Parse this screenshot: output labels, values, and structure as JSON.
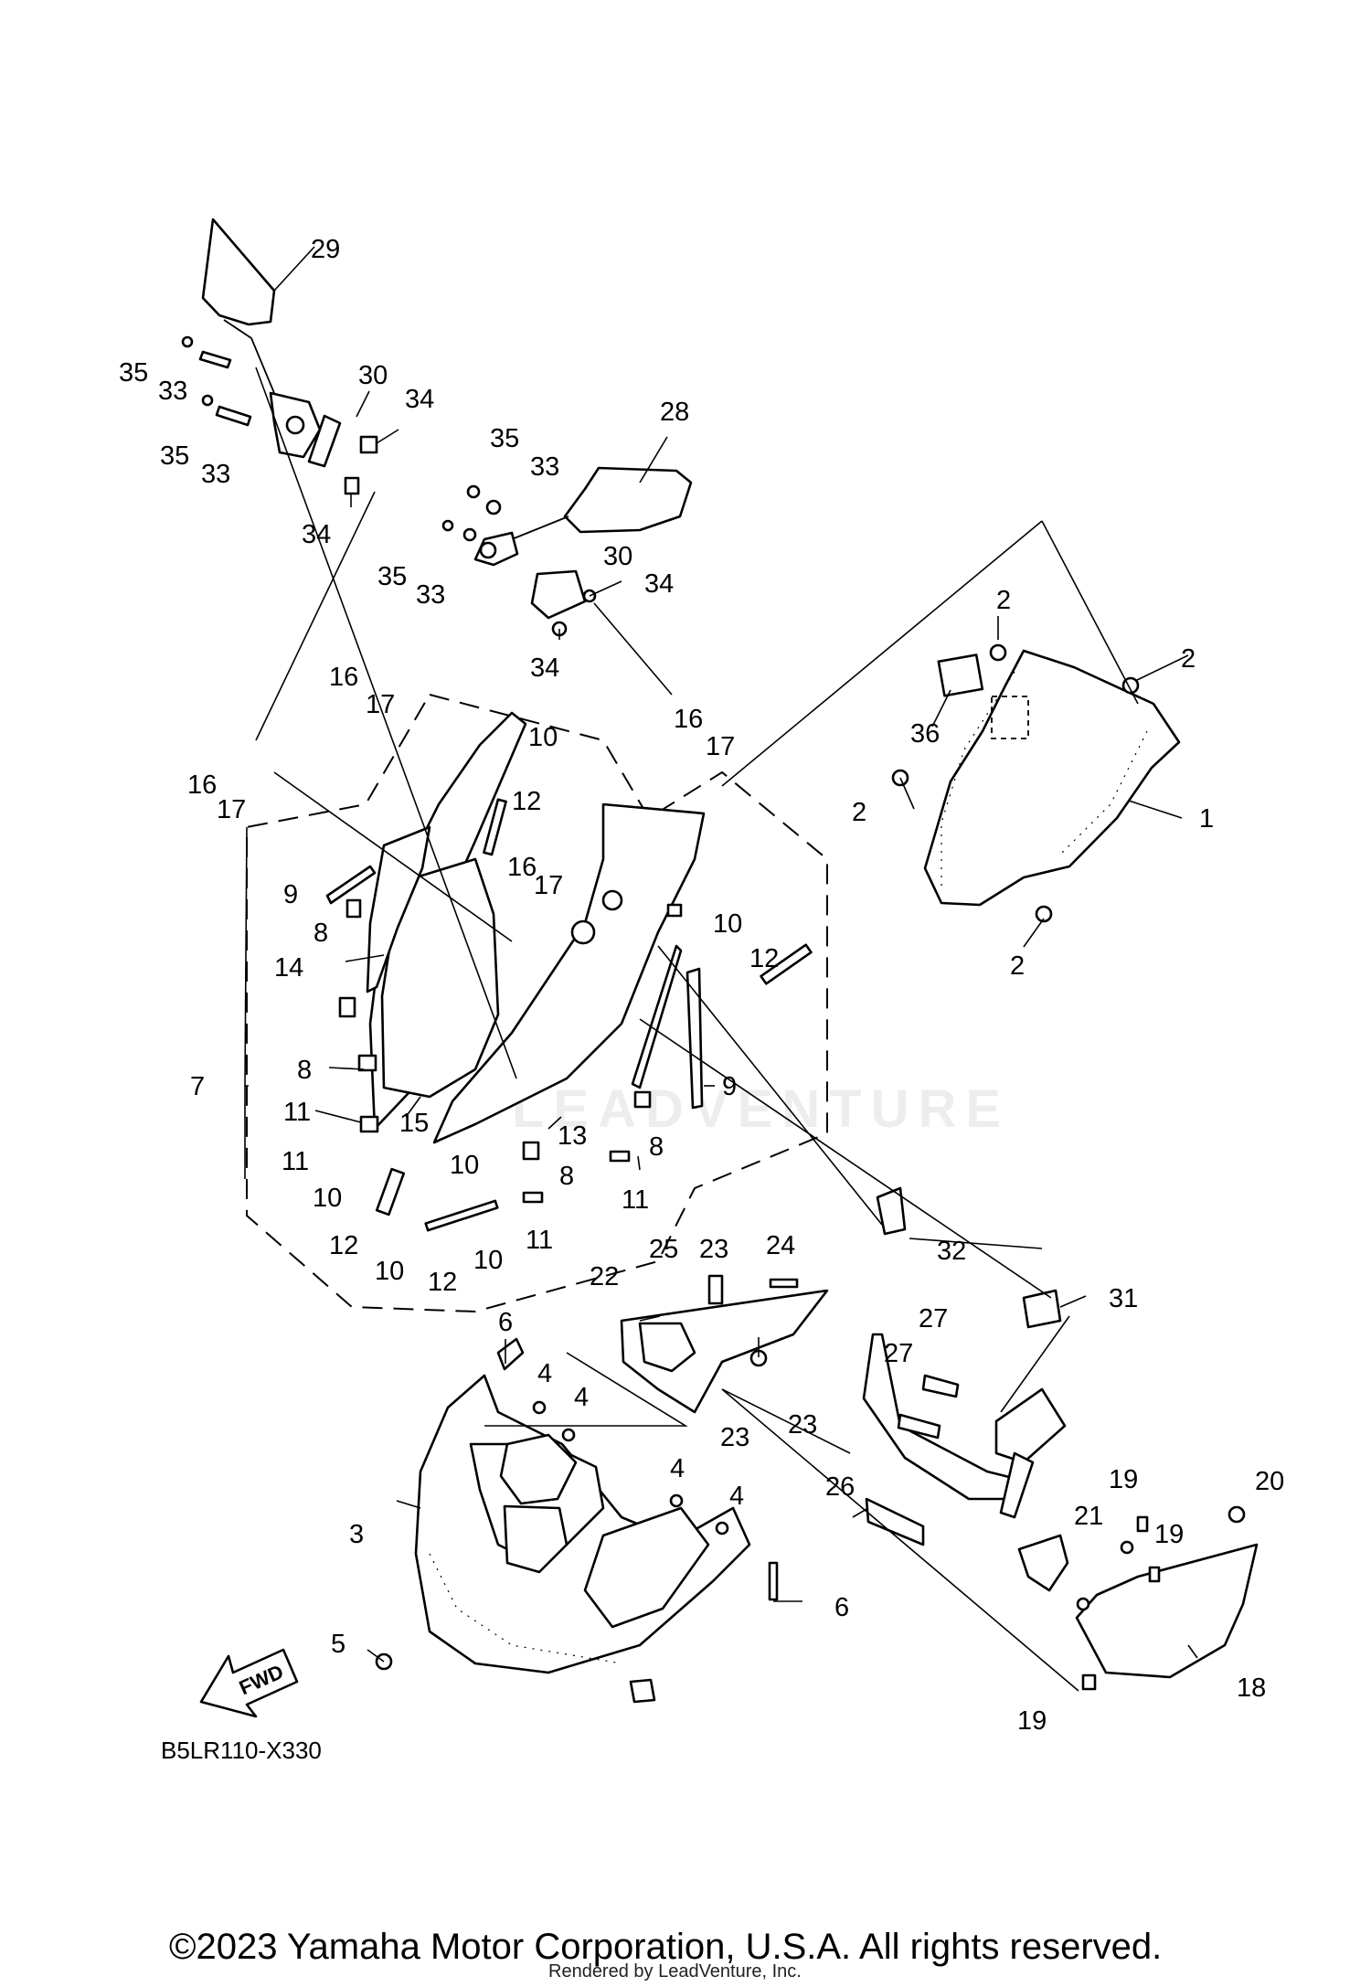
{
  "diagram": {
    "code": "B5LR110-X330",
    "fwd_label": "FWD",
    "watermark": "LEADVENTURE",
    "copyright": "©2023 Yamaha Motor Corporation, U.S.A. All rights reserved.",
    "rendered_by": "Rendered by LeadVenture, Inc."
  },
  "callouts": [
    "1",
    "2",
    "3",
    "4",
    "5",
    "6",
    "7",
    "8",
    "9",
    "10",
    "11",
    "12",
    "13",
    "14",
    "15",
    "16",
    "17",
    "18",
    "19",
    "20",
    "21",
    "22",
    "23",
    "24",
    "25",
    "26",
    "27",
    "28",
    "29",
    "30",
    "31",
    "32",
    "33",
    "34",
    "35",
    "36"
  ]
}
